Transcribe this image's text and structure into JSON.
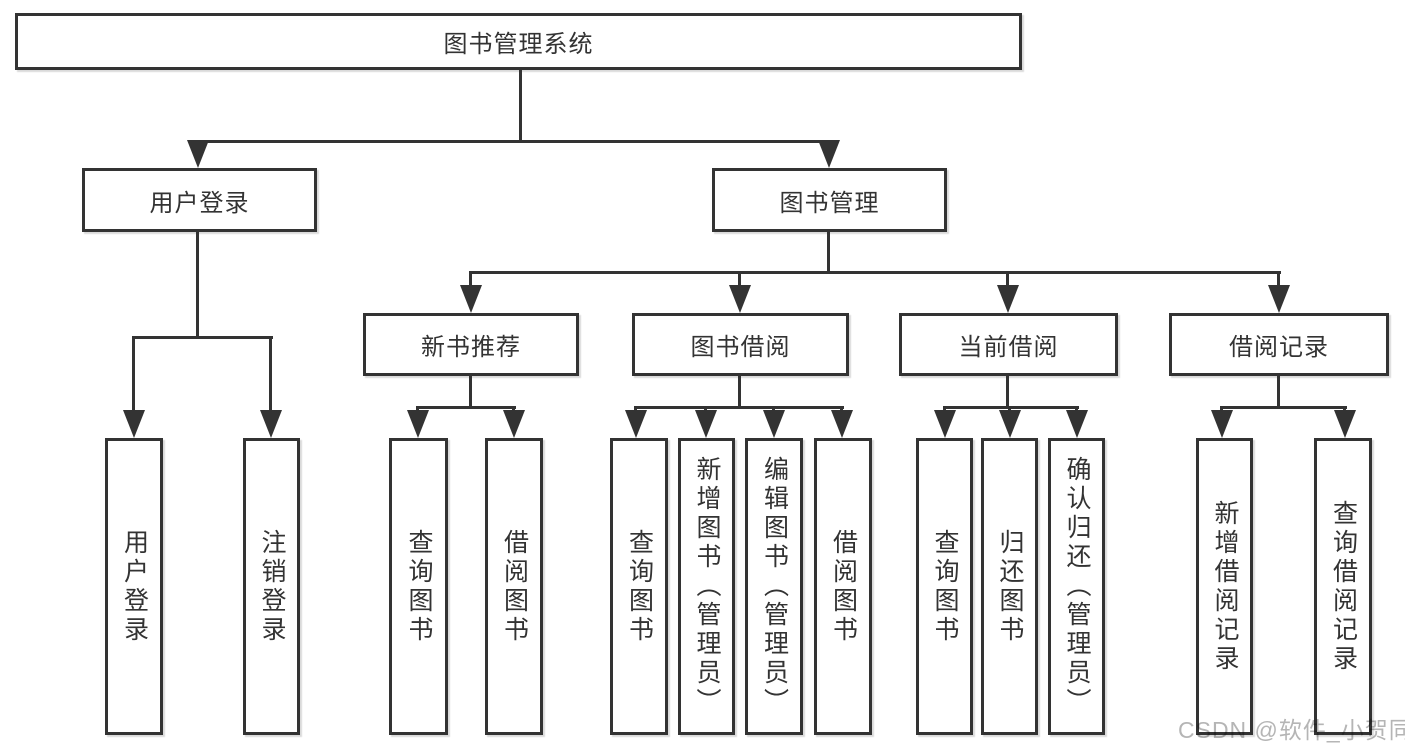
{
  "tree": {
    "root": {
      "label": "图书管理系统"
    },
    "children": [
      {
        "label": "用户登录",
        "children": [
          {
            "label": "用户登录"
          },
          {
            "label": "注销登录"
          }
        ]
      },
      {
        "label": "图书管理",
        "children": [
          {
            "label": "新书推荐",
            "children": [
              {
                "label": "查询图书"
              },
              {
                "label": "借阅图书"
              }
            ]
          },
          {
            "label": "图书借阅",
            "children": [
              {
                "label": "查询图书"
              },
              {
                "label": "新增图书（管理员）"
              },
              {
                "label": "编辑图书（管理员）"
              },
              {
                "label": "借阅图书"
              }
            ]
          },
          {
            "label": "当前借阅",
            "children": [
              {
                "label": "查询图书"
              },
              {
                "label": "归还图书"
              },
              {
                "label": "确认归还（管理员）"
              }
            ]
          },
          {
            "label": "借阅记录",
            "children": [
              {
                "label": "新增借阅记录"
              },
              {
                "label": "查询借阅记录"
              }
            ]
          }
        ]
      }
    ]
  },
  "watermark": {
    "text": "CSDN @软件_小贺同学"
  },
  "colors": {
    "line": "#333333",
    "text": "#333333",
    "watermark": "#b5b5b5",
    "background": "#ffffff"
  }
}
